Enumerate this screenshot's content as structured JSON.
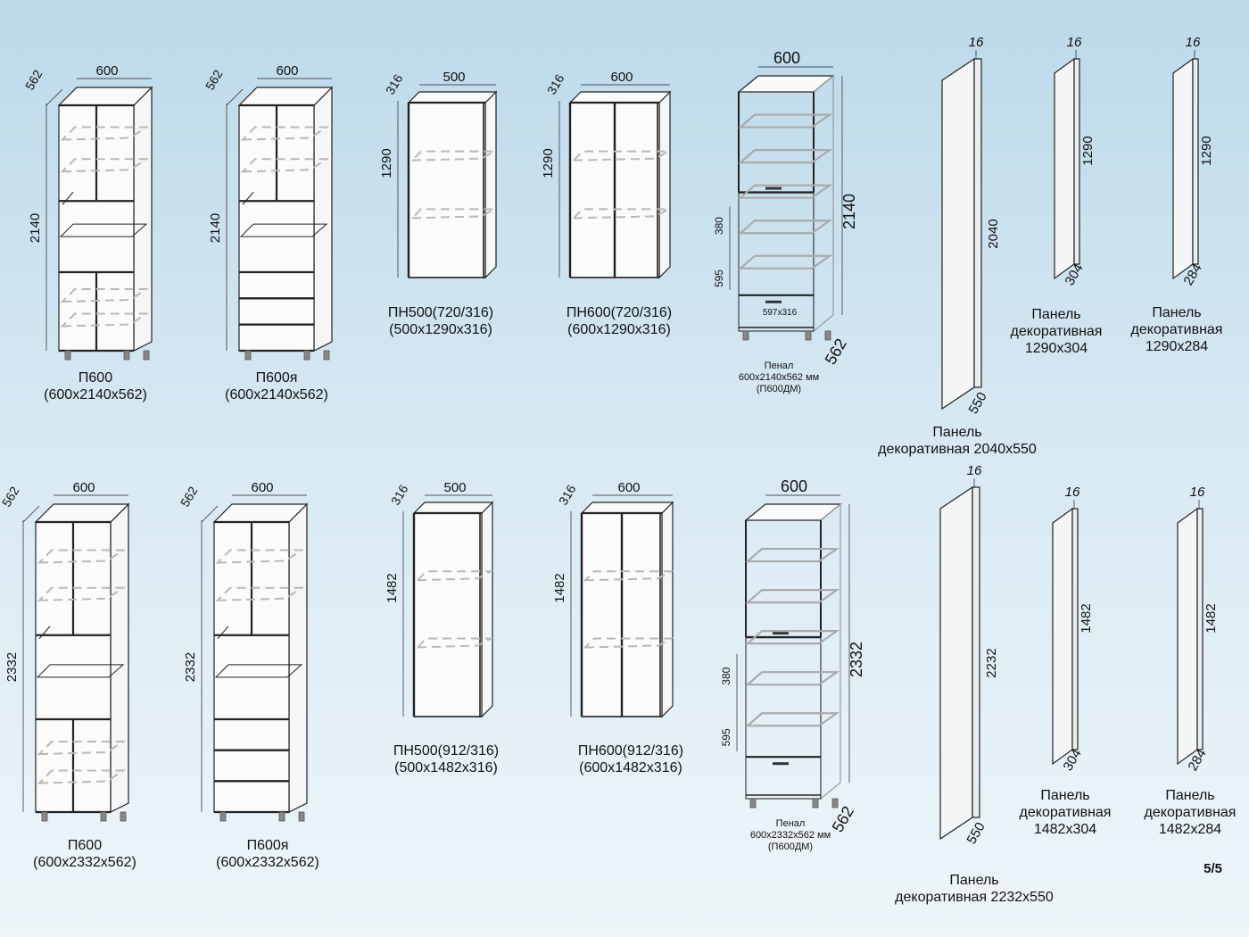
{
  "page": {
    "number": "5/5"
  },
  "row1": [
    {
      "type": "tall",
      "w": "600",
      "d": "562",
      "h": "2140",
      "l1": "П600",
      "l2": "(600x2140x562)"
    },
    {
      "type": "tall_drawers",
      "w": "600",
      "d": "562",
      "h": "2140",
      "l1": "П600я",
      "l2": "(600x2140x562)"
    },
    {
      "type": "upper1",
      "w": "500",
      "d": "316",
      "h": "1290",
      "l1": "ПН500(720/316)",
      "l2": "(500x1290x316)"
    },
    {
      "type": "upper2",
      "w": "600",
      "d": "316",
      "h": "1290",
      "l1": "ПН600(720/316)",
      "l2": "(600x1290x316)"
    },
    {
      "type": "penal",
      "w": "600",
      "d": "562",
      "h": "2140",
      "s1": "380",
      "s2": "595",
      "inner": "597x316",
      "l1": "Пенал",
      "l2": "600x2140x562 мм",
      "l3": "(П600ДМ)"
    },
    {
      "type": "panel_big",
      "t": "16",
      "h": "2040",
      "d": "550",
      "l1": "Панель",
      "l2": "декоративная 2040x550"
    },
    {
      "type": "panel_small",
      "t": "16",
      "h": "1290",
      "d": "304",
      "l1": "Панель",
      "l2": "декоративная",
      "l3": "1290x304"
    },
    {
      "type": "panel_small",
      "t": "16",
      "h": "1290",
      "d": "284",
      "l1": "Панель",
      "l2": "декоративная",
      "l3": "1290x284"
    }
  ],
  "row2": [
    {
      "type": "tall",
      "w": "600",
      "d": "562",
      "h": "2332",
      "l1": "П600",
      "l2": "(600x2332x562)"
    },
    {
      "type": "tall_drawers",
      "w": "600",
      "d": "562",
      "h": "2332",
      "l1": "П600я",
      "l2": "(600x2332x562)"
    },
    {
      "type": "upper1",
      "w": "500",
      "d": "316",
      "h": "1482",
      "l1": "ПН500(912/316)",
      "l2": "(500x1482x316)"
    },
    {
      "type": "upper2",
      "w": "600",
      "d": "316",
      "h": "1482",
      "l1": "ПН600(912/316)",
      "l2": "(600x1482x316)"
    },
    {
      "type": "penal",
      "w": "600",
      "d": "562",
      "h": "2332",
      "s1": "380",
      "s2": "595",
      "inner": "",
      "l1": "Пенал",
      "l2": "600x2332x562 мм",
      "l3": "(П600ДМ)"
    },
    {
      "type": "panel_big",
      "t": "16",
      "h": "2232",
      "d": "550",
      "l1": "Панель",
      "l2": "декоративная 2232x550"
    },
    {
      "type": "panel_small",
      "t": "16",
      "h": "1482",
      "d": "304",
      "l1": "Панель",
      "l2": "декоративная",
      "l3": "1482x304"
    },
    {
      "type": "panel_small",
      "t": "16",
      "h": "1482",
      "d": "284",
      "l1": "Панель",
      "l2": "декоративная",
      "l3": "1482x284"
    }
  ]
}
